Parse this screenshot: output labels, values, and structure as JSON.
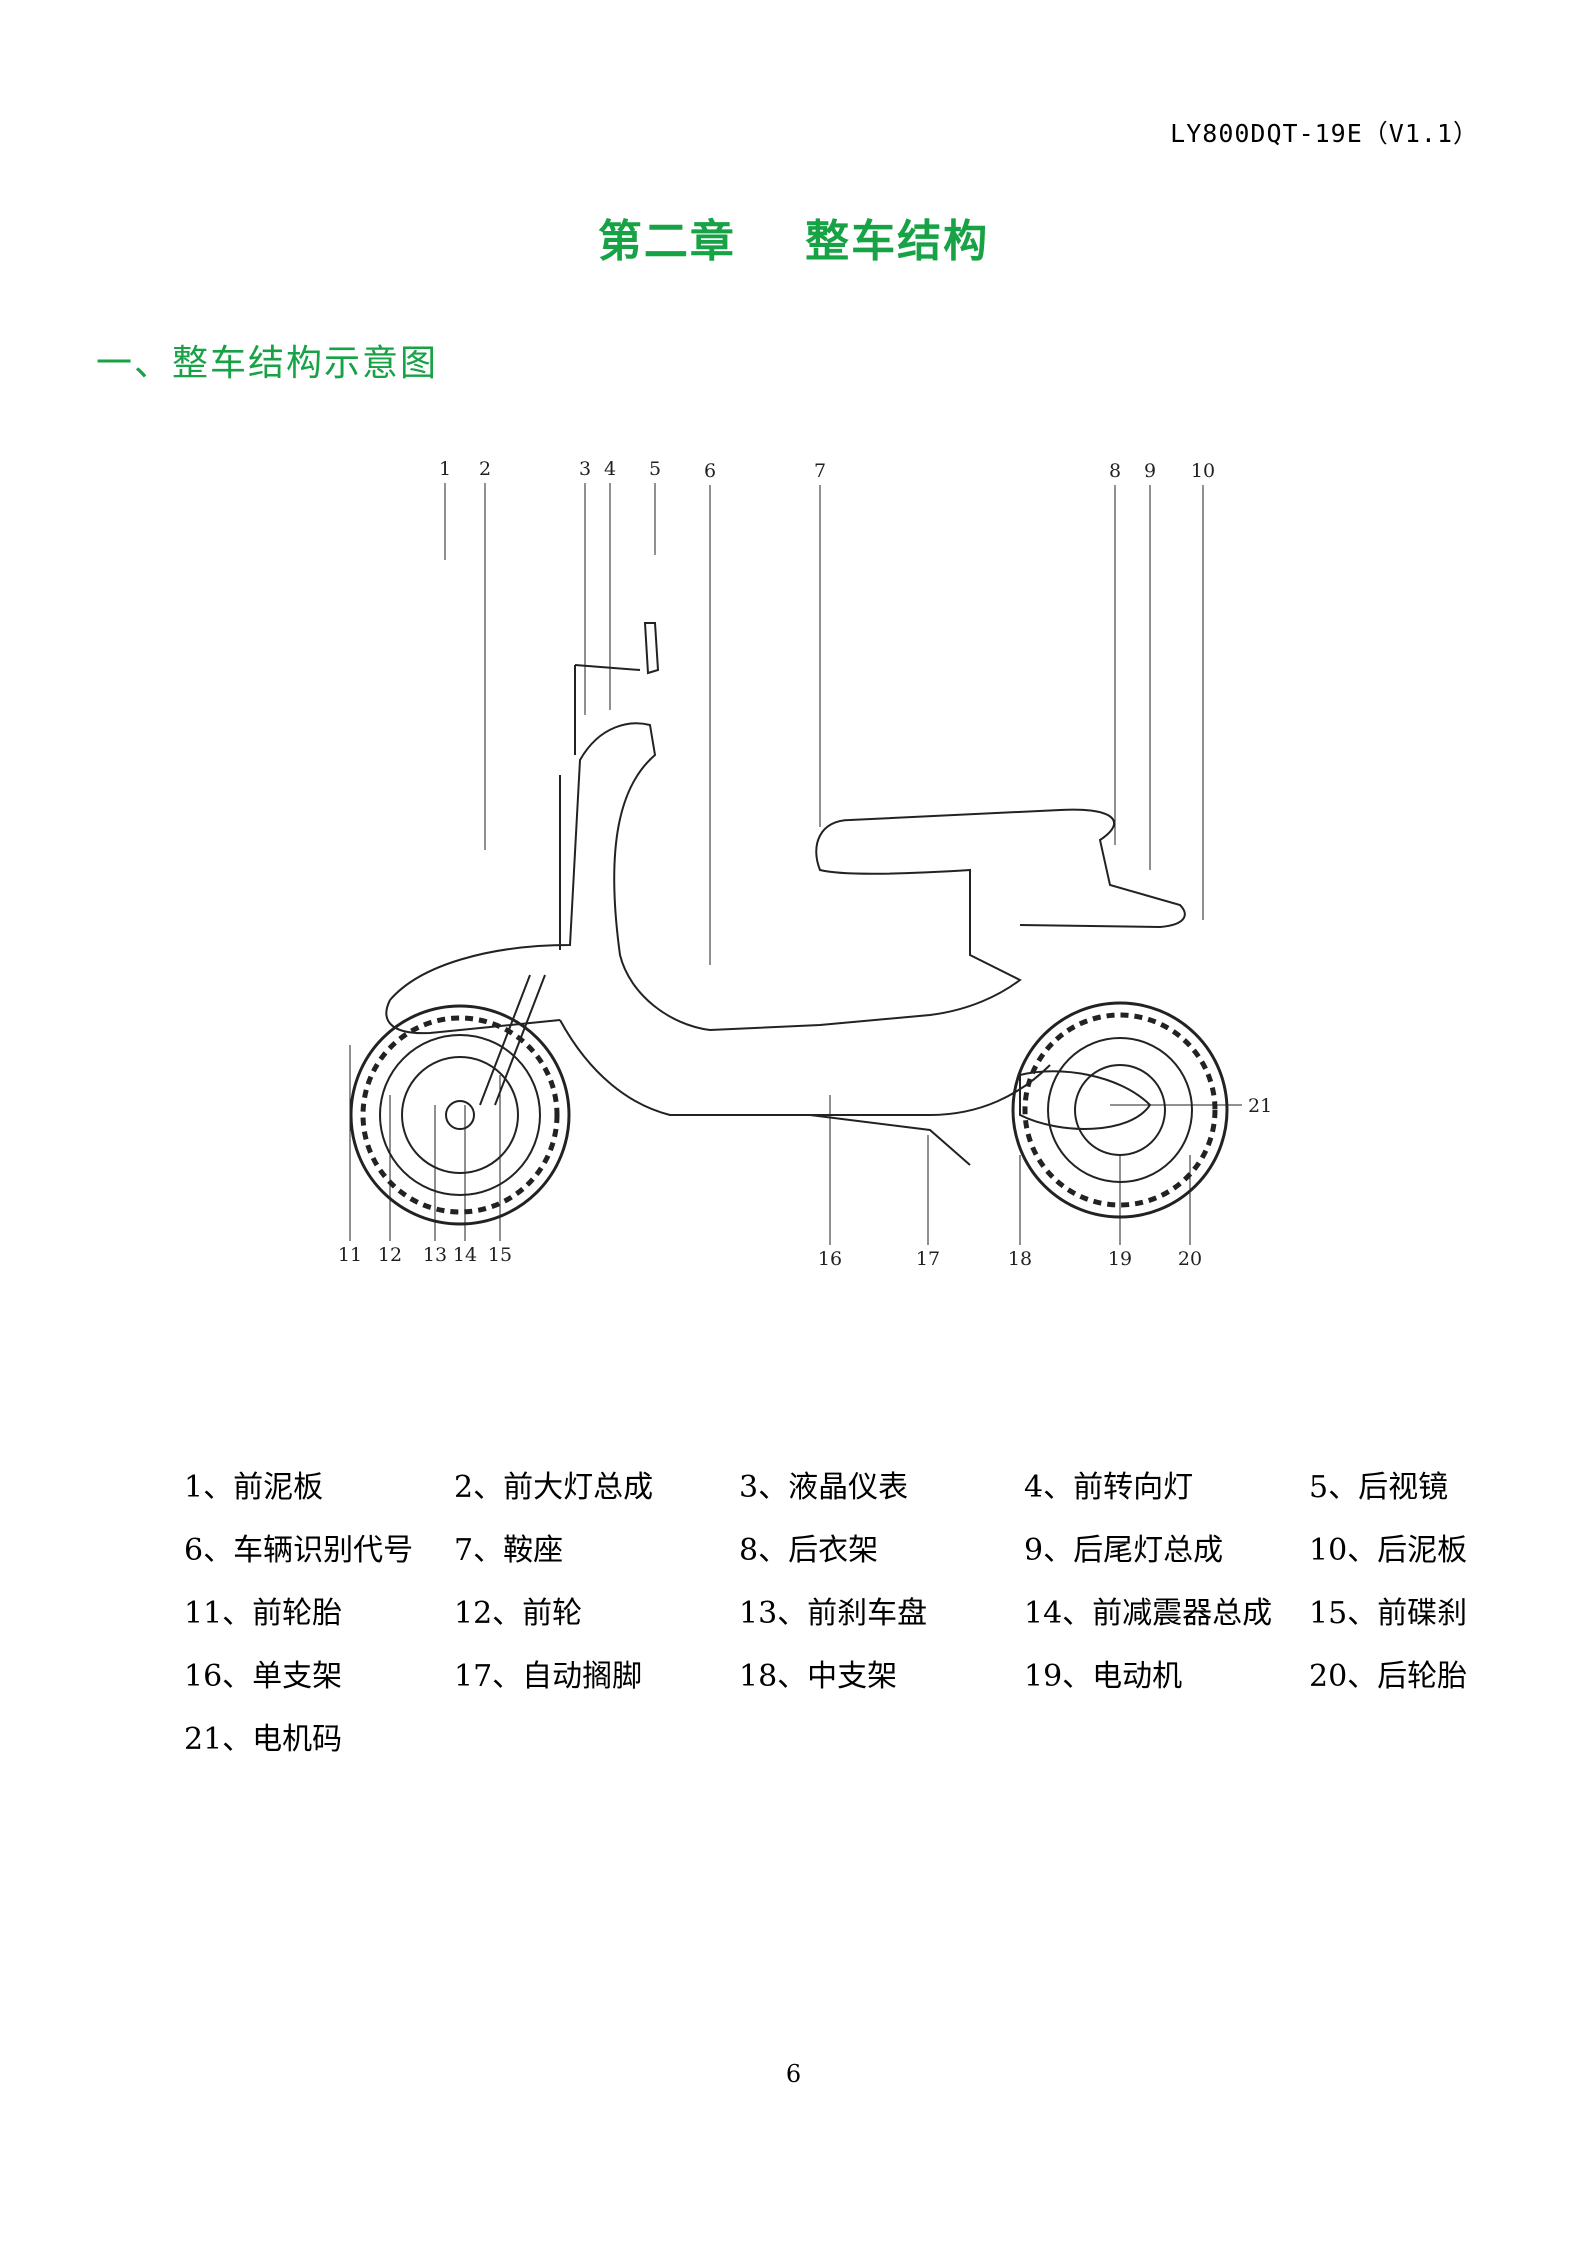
{
  "header": {
    "doc_code": "LY800DQT-19E（V1.1）"
  },
  "chapter_title": "第二章    整车结构",
  "section_title": "一、整车结构示意图",
  "diagram": {
    "callouts_top": [
      "1",
      "2",
      "3",
      "4",
      "5",
      "6",
      "7",
      "8",
      "9",
      "10"
    ],
    "callouts_bottom": [
      "11",
      "12",
      "13",
      "14",
      "15",
      "16",
      "17",
      "18",
      "19",
      "20"
    ],
    "callout_right": "21"
  },
  "legend": [
    [
      "1、前泥板",
      "2、前大灯总成",
      "3、液晶仪表",
      "4、前转向灯",
      "5、后视镜"
    ],
    [
      "6、车辆识别代号",
      "7、鞍座",
      "8、后衣架",
      "9、后尾灯总成",
      "10、后泥板"
    ],
    [
      "11、前轮胎",
      "12、前轮",
      "13、前刹车盘",
      "14、前减震器总成",
      "15、前碟刹"
    ],
    [
      "16、单支架",
      "17、自动搁脚",
      "18、中支架",
      "19、电动机",
      "20、后轮胎"
    ],
    [
      "21、电机码"
    ]
  ],
  "page_number": "6",
  "colors": {
    "heading_green": "#18a246",
    "line": "#222222"
  }
}
